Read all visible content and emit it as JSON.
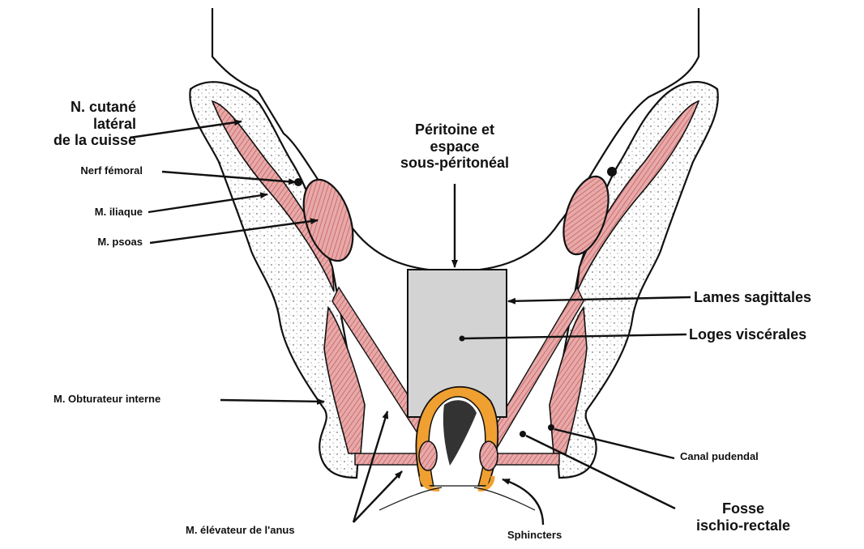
{
  "colors": {
    "muscle": "#e7a9a9",
    "muscle_hatch": "#c0504d",
    "sphincter_orange": "#f0a030",
    "visceral_gray": "#d3d3d3",
    "bone": "#ffffff",
    "outline": "#111111"
  },
  "labels": {
    "n_cutane": "N. cutané\nlatéral\nde la cuisse",
    "nerf_femoral": "Nerf fémoral",
    "m_iliaque": "M. iliaque",
    "m_psoas": "M. psoas",
    "peritoine": "Péritoine et\nespace\nsous-péritonéal",
    "lames_sagittales": "Lames sagittales",
    "loges_viscerales": "Loges viscérales",
    "m_obturateur": "M. Obturateur interne",
    "canal_pudendal": "Canal pudendal",
    "fosse": "Fosse\nischio-rectale",
    "m_elevateur": "M. élévateur de l'anus",
    "sphincters": "Sphincters"
  }
}
